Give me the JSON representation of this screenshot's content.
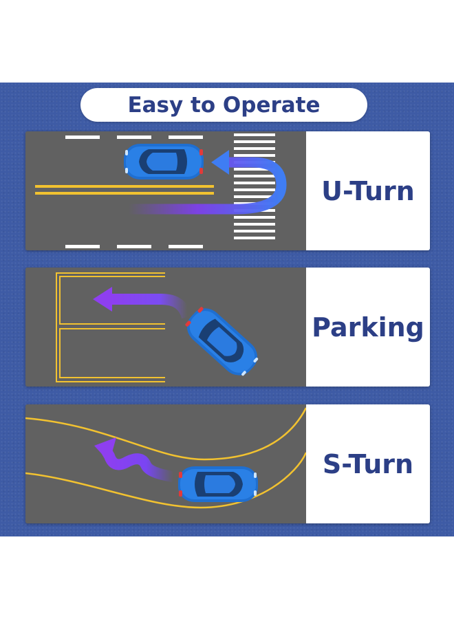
{
  "header": {
    "title": "Easy to Operate"
  },
  "cards": [
    {
      "label": "U-Turn"
    },
    {
      "label": "Parking"
    },
    {
      "label": "S-Turn"
    }
  ],
  "colors": {
    "background_blue": "#3e5ba5",
    "road_gray": "#616161",
    "lane_yellow": "#f2c230",
    "car_blue": "#1f6fd1",
    "arrow_purple": "#8a3ef0",
    "text_navy": "#2c3f86"
  },
  "icons": [
    "car-icon",
    "u-turn-arrow-icon",
    "parking-arrow-icon",
    "s-turn-arrow-icon"
  ]
}
